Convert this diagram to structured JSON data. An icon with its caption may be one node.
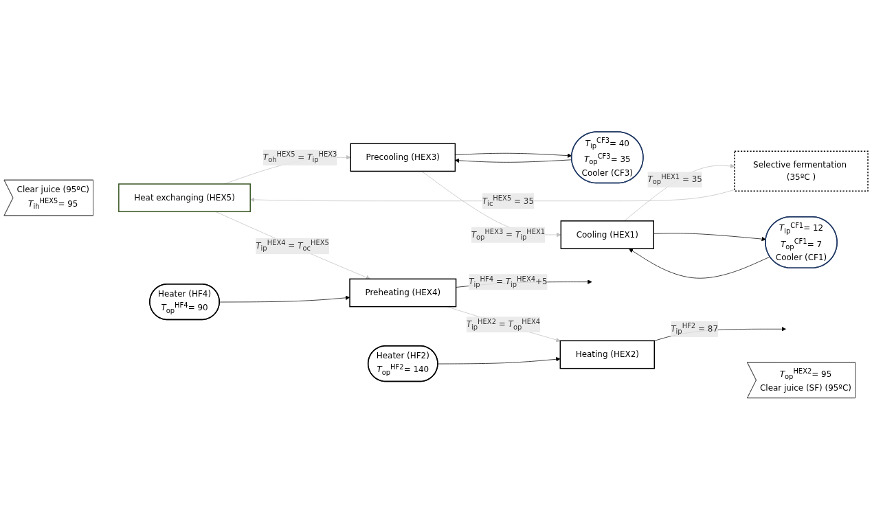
{
  "diagram": {
    "nodes": [
      {
        "text": [
          "Clear juice (95ºC)",
          "*T*$_{ih}$$^{HEX5}$= 95"
        ]
      },
      {
        "text": [
          "*T*$_{ip}$$^{CF3}$= 40",
          "*T*$_{op}$$^{CF3}$= 35",
          "Cooler (CF3)"
        ]
      },
      {
        "text": [
          "*T*$_{ip}$$^{CF1}$= 12",
          "*T*$_{op}$$^{CF1}$= 7",
          "Cooler (CF1)"
        ]
      },
      {
        "text": [
          "Heat exchanging (HEX5)"
        ]
      },
      {
        "text": [
          "Precooling (HEX3)"
        ]
      },
      {
        "text": [
          "Cooling (HEX1)"
        ]
      },
      {
        "text": [
          "Selective fermentation (35ºC )"
        ]
      },
      {
        "text": [
          "*T*$_{op}$$^{HEX2}$= 95",
          "Clear juice (SF) (95ºC)"
        ]
      },
      {
        "text": [
          "Heating (HEX2)"
        ]
      },
      {
        "text": [
          "Preheating (HEX4)"
        ]
      },
      {
        "text": [
          "Heater (HF2)",
          "*T*$_{op}$$^{HF2}$= 140"
        ]
      },
      {
        "text": [
          "Heater (HF4)",
          "*T*$_{op}$$^{HF4}$= 90"
        ]
      }
    ],
    "edges": [
      {
        "from": 3,
        "to": 4,
        "arrow": "to",
        "label": "*T*$_{oh}$$^{HEX5}$ = *T*$_{ip}$$^{HEX3}$",
        "color": "#bfbfbf"
      },
      {
        "from": 4,
        "to": 5,
        "arrow": "to",
        "label": "*T*$_{op}$$^{HEX3}$ = *T*$_{ip}$$^{HEX1}$",
        "color": "#bfbfbf"
      },
      {
        "from": 5,
        "to": 6,
        "arrow": "to",
        "label": "*T*$_{op}$$^{HEX1}$ = 35",
        "color": "#bfbfbf"
      },
      {
        "from": 6,
        "to": 3,
        "arrow": "to",
        "label": "*T*$_{ic}$$^{HEX5}$ = 35",
        "color": "#bfbfbf"
      },
      {
        "from": 3,
        "to": 9,
        "arrow": "to",
        "label": "*T*$_{ip}$$^{HEX4}$ = *T*$_{oc}$$^{HEX5}$",
        "color": "#bfbfbf"
      },
      {
        "from": 9,
        "to": 8,
        "arrow": "to",
        "label": "*T*$_{ip}$$^{HEX2}$ = *T*$_{op}$$^{HEX4}$",
        "color": "#bfbfbf"
      },
      {
        "from": 4,
        "to": 1,
        "arrow": "to"
      },
      {
        "from": 1,
        "to": 4,
        "arrow": "to"
      },
      {
        "from": 5,
        "to": 2,
        "arrow": "to"
      },
      {
        "from": 2,
        "to": 5,
        "arrow": "to"
      },
      {
        "from": 10,
        "to": 8,
        "arrow": "to"
      },
      {
        "from": 8,
        "to": null,
        "arrow": "to",
        "label": "*T*$_{ip}$$^{HF2}$ = 87"
      },
      {
        "from": 11,
        "to": 9,
        "arrow": "to"
      },
      {
        "from": 9,
        "to": null,
        "arrow": "to",
        "label": "*T*$_{ip}$$^{HF4}$ = *T*$_{ip}$$^{HEX4}$+5"
      }
    ]
  }
}
